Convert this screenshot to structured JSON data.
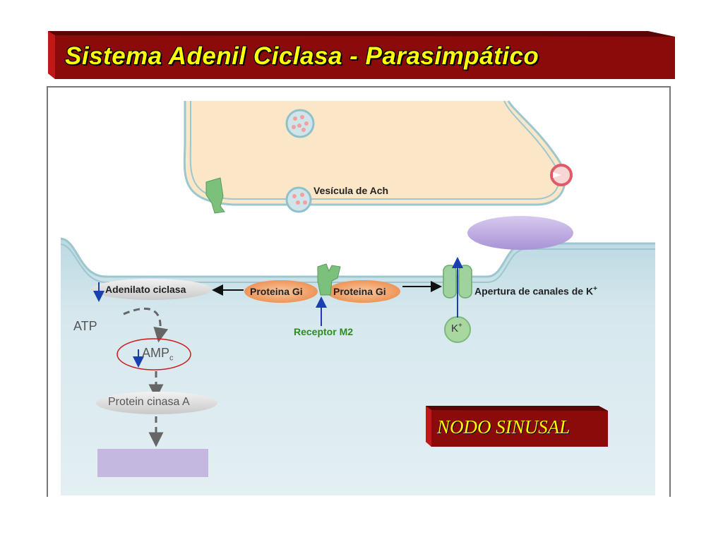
{
  "title": "Sistema Adenil Ciclasa - Parasimpático",
  "labels": {
    "vesicula": "Vesícula de Ach",
    "adenilato": "Adenilato ciclasa",
    "proteina_gi_1": "Proteina Gi",
    "proteina_gi_2": "Proteina Gi",
    "receptor": "Receptor M2",
    "apertura": "Apertura de canales de K",
    "apertura_sup": "+",
    "atp": "ATP",
    "ampc": "AMP",
    "ampc_sub": "c",
    "protein_cinasa": "Protein cinasa A",
    "k_ion": "K",
    "k_ion_sup": "+"
  },
  "nodo": "NODO SINUSAL",
  "colors": {
    "banner": "#8b0a0a",
    "title_text": "#ffff00",
    "terminal_fill": "#fbe6c8",
    "terminal_stroke": "#9cc7cf",
    "cell_fill": "#cfe3ea",
    "receptor_green": "#7bc07b",
    "gi_orange": "#f2a268",
    "arrow_blue": "#1a3fb0",
    "purple": "#b9a9dc",
    "red_circle": "#d11a1a"
  }
}
